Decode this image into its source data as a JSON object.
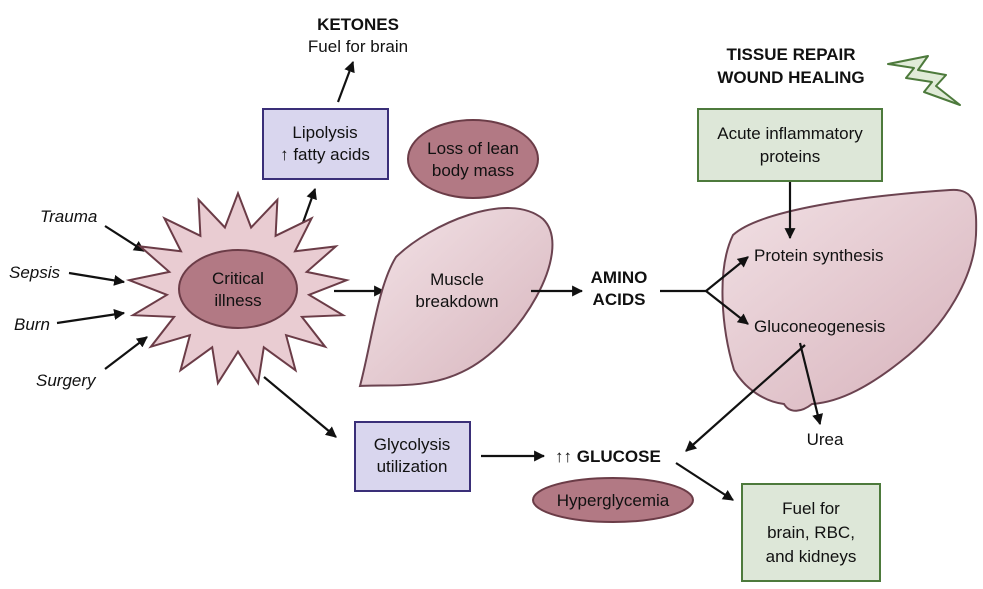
{
  "ketones": {
    "title": "KETONES",
    "subtitle": "Fuel for brain"
  },
  "lipolysis": {
    "line1": "Lipolysis",
    "line2": "↑ fatty acids"
  },
  "loss_lean": {
    "line1": "Loss of lean",
    "line2": "body mass"
  },
  "tissue_repair": {
    "line1": "TISSUE REPAIR",
    "line2": "WOUND HEALING"
  },
  "acute_inflammatory": {
    "line1": "Acute inflammatory",
    "line2": "proteins"
  },
  "causes": [
    "Trauma",
    "Sepsis",
    "Burn",
    "Surgery"
  ],
  "critical_illness": {
    "line1": "Critical",
    "line2": "illness"
  },
  "muscle": {
    "line1": "Muscle",
    "line2": "breakdown"
  },
  "amino_acids": {
    "line1": "AMINO",
    "line2": "ACIDS"
  },
  "protein_synthesis": "Protein synthesis",
  "gluconeogenesis": "Gluconeogenesis",
  "urea": "Urea",
  "glycolysis": {
    "line1": "Glycolysis",
    "line2": "utilization"
  },
  "glucose": "↑↑ GLUCOSE",
  "hyperglycemia": "Hyperglycemia",
  "fuel": {
    "line1": "Fuel for",
    "line2": "brain, RBC,",
    "line3": "and kidneys"
  },
  "colors": {
    "purple_box_fill": "#d9d6ee",
    "purple_box_stroke": "#3a2f78",
    "green_box_fill": "#dde7d8",
    "green_box_stroke": "#4d7a3c",
    "mauve_ellipse": "#b27984",
    "organ_fill": "#e6ccd2",
    "organ_stroke": "#6b4350"
  }
}
